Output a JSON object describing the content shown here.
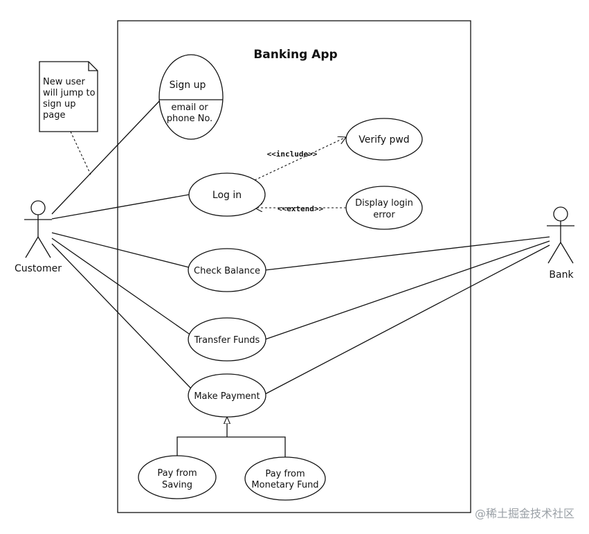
{
  "title": "Banking App",
  "note": {
    "lines": [
      "New user",
      "will jump to",
      "sign up",
      "page"
    ]
  },
  "actors": {
    "customer": "Customer",
    "bank": "Bank"
  },
  "use_cases": {
    "sign_up": {
      "title": "Sign up",
      "extension_lines": [
        "email or",
        "phone No."
      ]
    },
    "log_in": "Log in",
    "verify_pwd": "Verify pwd",
    "display_login_error": [
      "Display login",
      "error"
    ],
    "check_balance": "Check Balance",
    "transfer_funds": "Transfer Funds",
    "make_payment": "Make Payment",
    "pay_from_saving": [
      "Pay from",
      "Saving"
    ],
    "pay_from_monetary_fund": [
      "Pay from",
      "Monetary Fund"
    ]
  },
  "relationships": {
    "include": "<<include>>",
    "extend": "<<extend>>"
  },
  "watermark": "@稀土掘金技术社区"
}
